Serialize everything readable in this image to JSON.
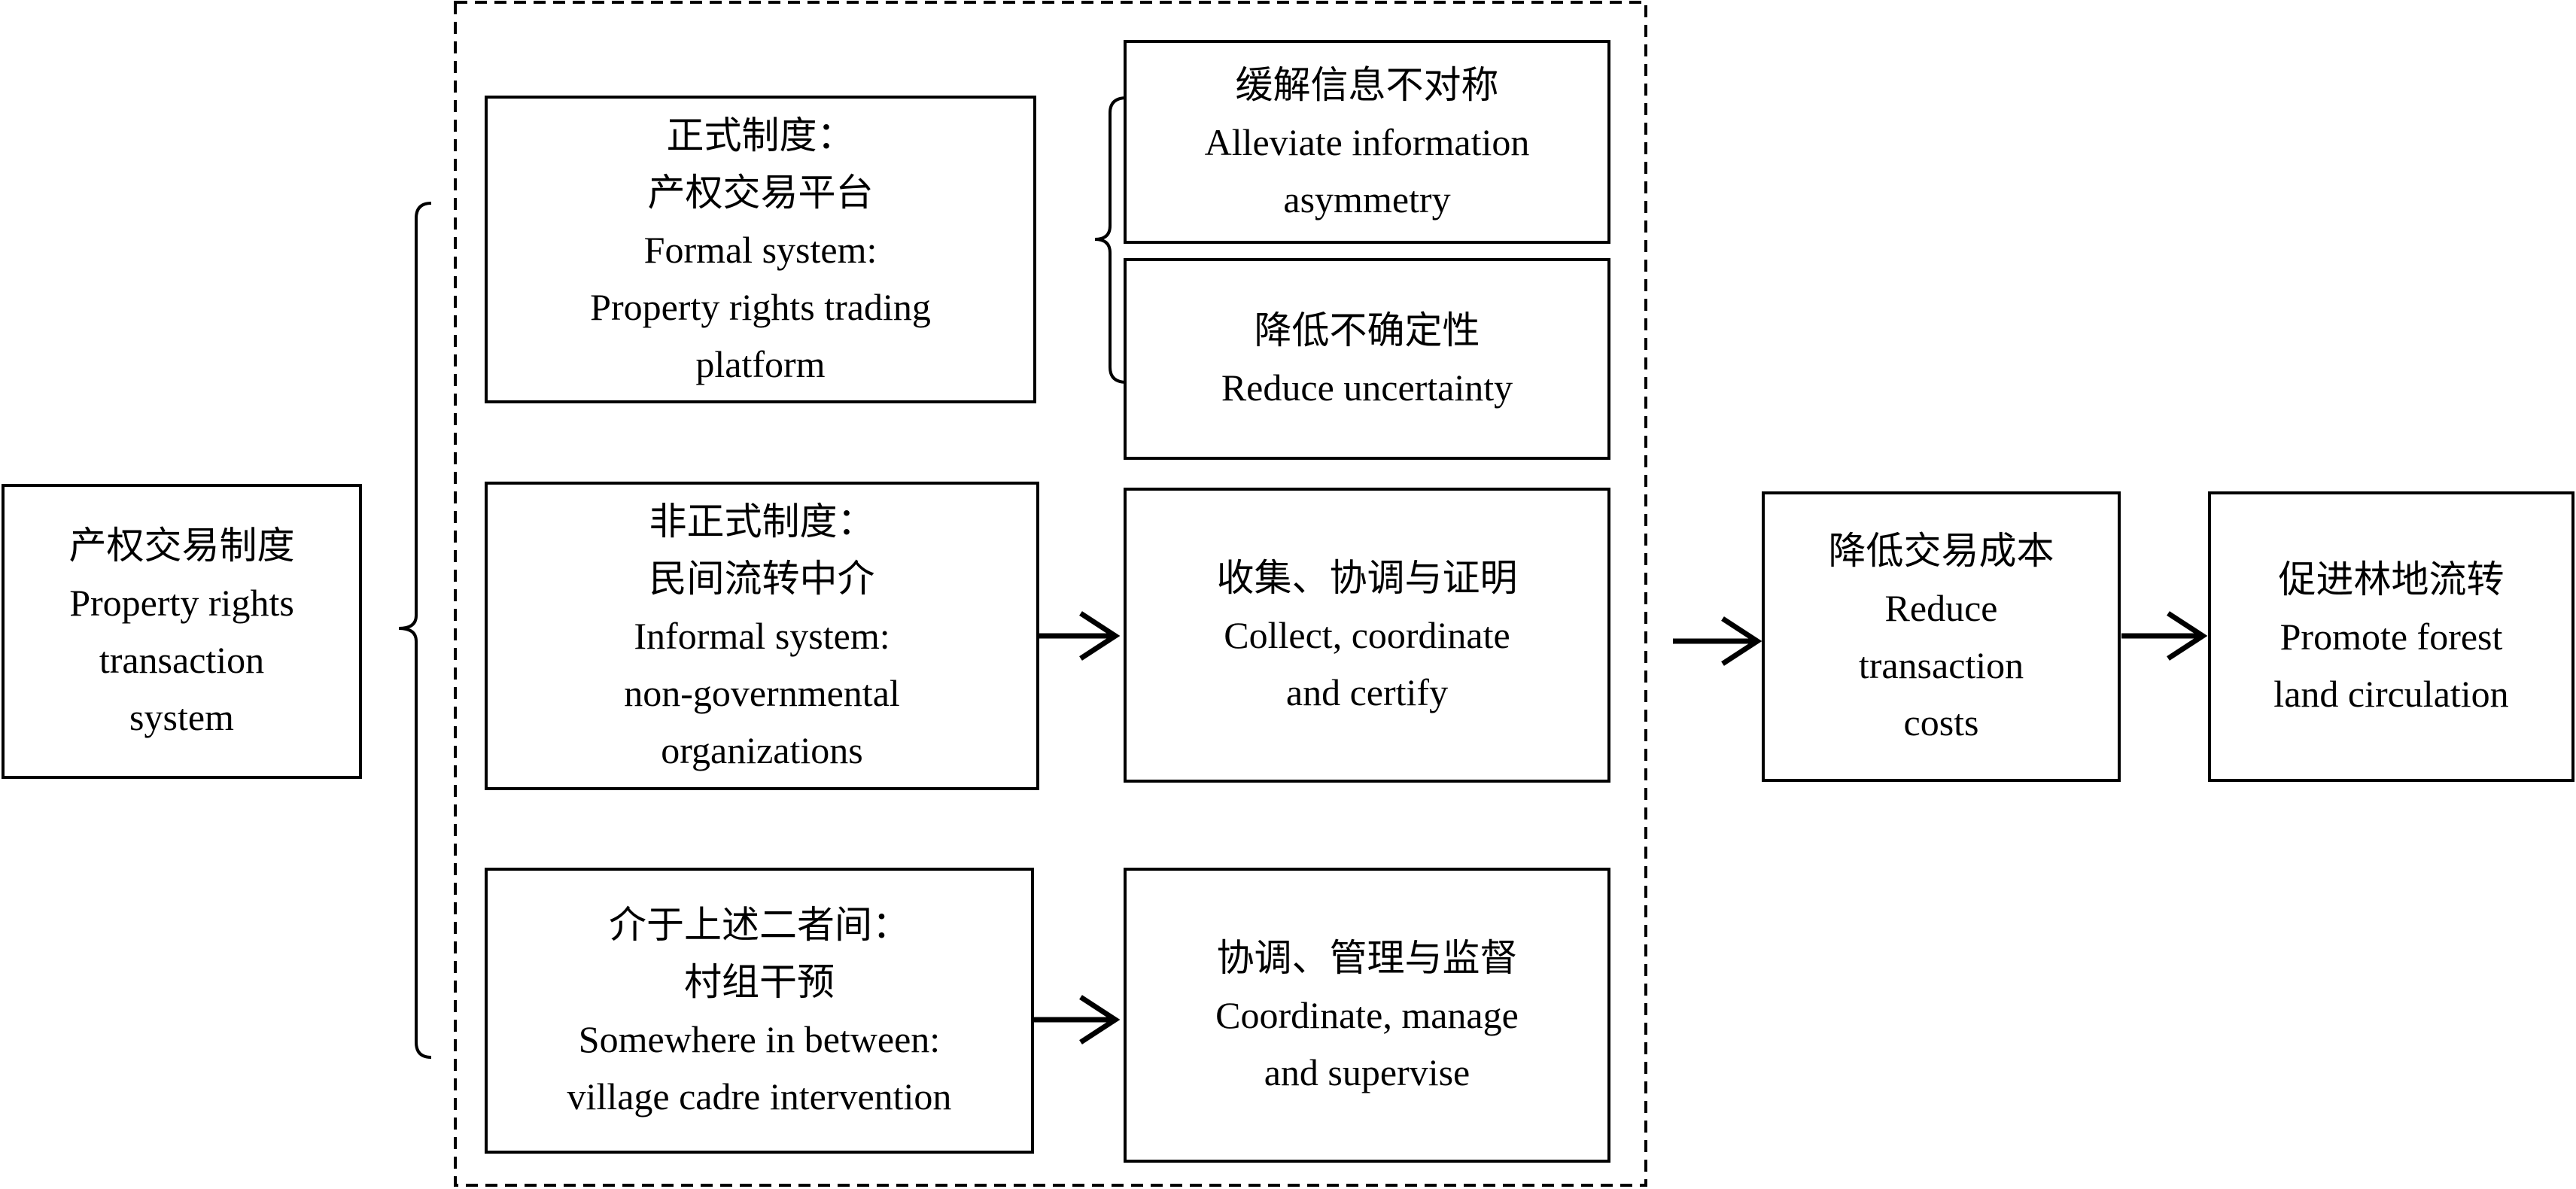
{
  "system": {
    "zh": "产权交易制度",
    "en_1": "Property rights",
    "en_2": "transaction",
    "en_3": "system"
  },
  "formal": {
    "zh_1": "正式制度：",
    "zh_2": "产权交易平台",
    "en_1": "Formal system:",
    "en_2": "Property rights trading",
    "en_3": "platform"
  },
  "informal": {
    "zh_1": "非正式制度：",
    "zh_2": "民间流转中介",
    "en_1": "Informal system:",
    "en_2": "non-governmental",
    "en_3": "organizations"
  },
  "between": {
    "zh_1": "介于上述二者间：",
    "zh_2": "村组干预",
    "en_1": "Somewhere in between:",
    "en_2": "village cadre intervention"
  },
  "asymmetry": {
    "zh": "缓解信息不对称",
    "en_1": "Alleviate information",
    "en_2": "asymmetry"
  },
  "uncertainty": {
    "zh": "降低不确定性",
    "en": "Reduce uncertainty"
  },
  "collect": {
    "zh": "收集、协调与证明",
    "en_1": "Collect, coordinate",
    "en_2": "and certify"
  },
  "coordinate": {
    "zh": "协调、管理与监督",
    "en_1": "Coordinate, manage",
    "en_2": "and supervise"
  },
  "costs": {
    "zh": "降低交易成本",
    "en_1": "Reduce",
    "en_2": "transaction",
    "en_3": "costs"
  },
  "circulation": {
    "zh": "促进林地流转",
    "en_1": "Promote forest",
    "en_2": "land circulation"
  }
}
